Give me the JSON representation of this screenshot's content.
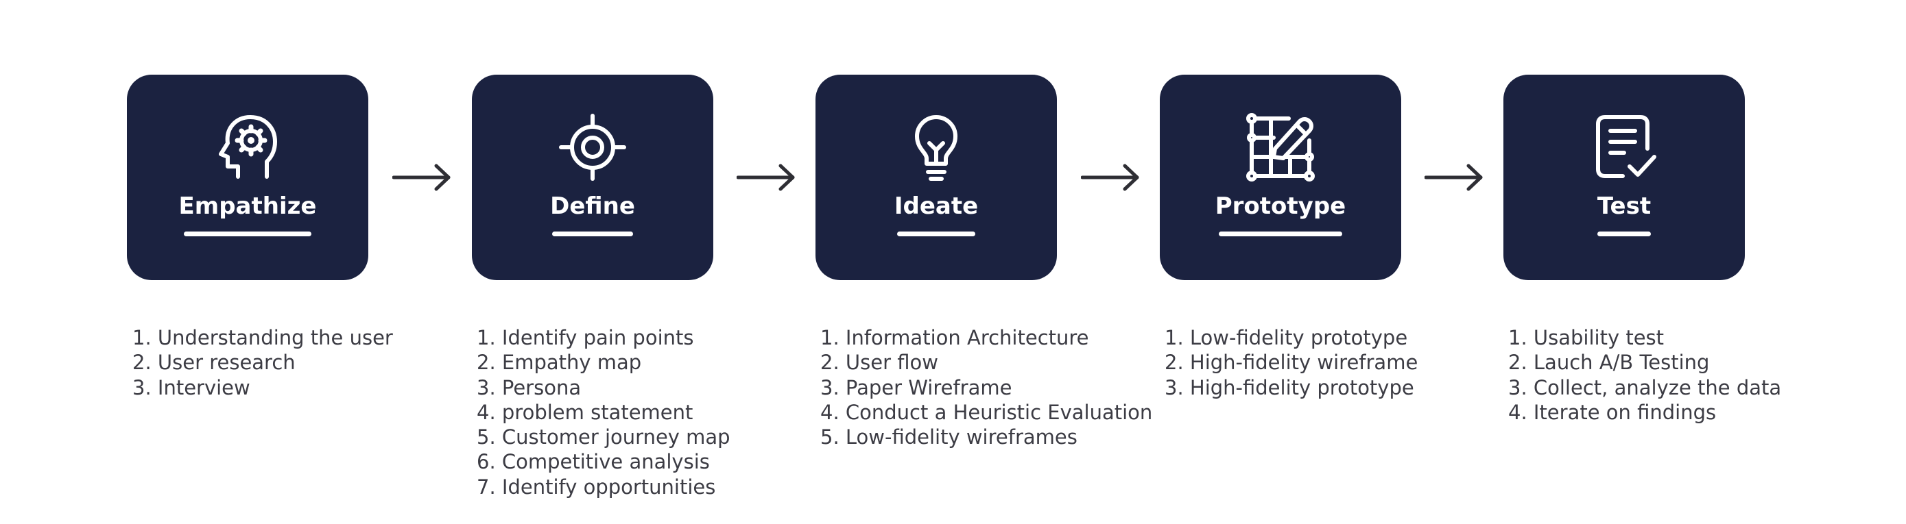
{
  "colors": {
    "card_bg": "#1b2240",
    "card_fg": "#ffffff",
    "arrow": "#2e2e34",
    "list_text": "#3c3c44"
  },
  "stages": [
    {
      "title": "Empathize",
      "icon": "head-gear-icon",
      "steps": [
        "1. Understanding the user",
        "2. User research",
        "3. Interview"
      ]
    },
    {
      "title": "Define",
      "icon": "target-icon",
      "steps": [
        "1. Identify pain points",
        "2. Empathy map",
        "3. Persona",
        "4. problem statement",
        "5. Customer journey map",
        "6. Competitive analysis",
        "7. Identify opportunities"
      ]
    },
    {
      "title": "Ideate",
      "icon": "lightbulb-icon",
      "steps": [
        "1. Information Architecture",
        "2. User flow",
        "3. Paper Wireframe",
        "4. Conduct a Heuristic Evaluation",
        "5. Low-fidelity wireframes"
      ]
    },
    {
      "title": "Prototype",
      "icon": "wireframe-pencil-icon",
      "steps": [
        "1. Low-fidelity prototype",
        "2. High-fidelity wireframe",
        "3. High-fidelity prototype"
      ]
    },
    {
      "title": "Test",
      "icon": "checklist-icon",
      "steps": [
        "1. Usability test",
        "2. Lauch A/B Testing",
        "3. Collect, analyze the data",
        "4. Iterate on findings"
      ]
    }
  ],
  "arrows": [
    {
      "icon": "arrow-right-icon"
    },
    {
      "icon": "arrow-right-icon"
    },
    {
      "icon": "arrow-right-icon"
    },
    {
      "icon": "arrow-right-icon"
    }
  ]
}
